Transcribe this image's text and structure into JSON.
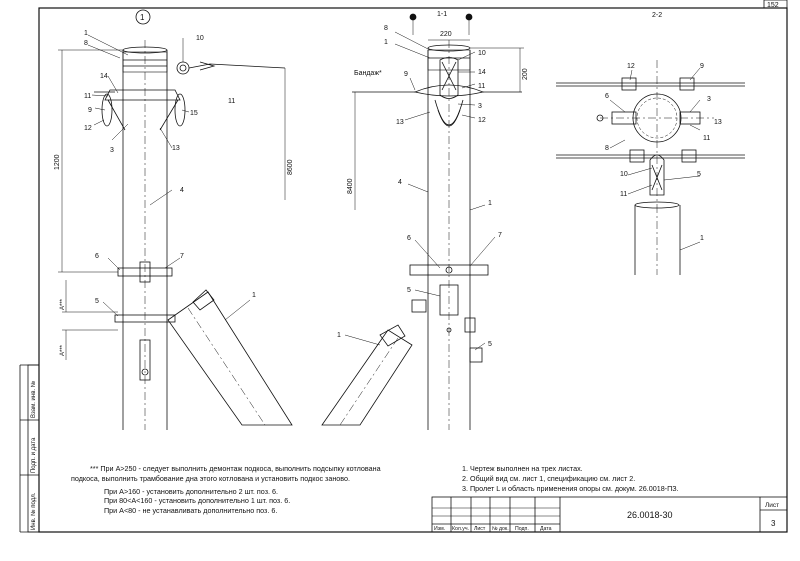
{
  "page_no": "152",
  "view_label": "1",
  "section_1": "1-1",
  "section_2": "2-2",
  "bandage_label": "Бандаж*",
  "dims": {
    "h1200": "1200",
    "h8600": "8600",
    "h8400": "8400",
    "w220": "220",
    "h200": "200",
    "a1": "A***",
    "a2": "A***"
  },
  "callouts_view1": [
    "1",
    "8",
    "10",
    "14",
    "11",
    "9",
    "12",
    "3",
    "15",
    "13",
    "4",
    "6",
    "7",
    "5",
    "1"
  ],
  "callouts_view2": [
    "8",
    "1",
    "10",
    "9",
    "14",
    "11",
    "3",
    "13",
    "12",
    "4",
    "1",
    "6",
    "7",
    "5",
    "5",
    "1"
  ],
  "callouts_view3": [
    "12",
    "9",
    "6",
    "3",
    "8",
    "13",
    "11",
    "10",
    "5",
    "11",
    "1"
  ],
  "notes_left": [
    "*** При A>250 - следует выполнить демонтаж подкоса, выполнить подсыпку котлована",
    "подкоса, выполнить трамбование дна этого котлована и установить подкос заново.",
    "При A>160 - установить дополнительно 2 шт. поз. 6.",
    "При 80<A<160 - установить дополнительно 1 шт. поз. 6.",
    "При A<80 - не устанавливать дополнительно поз. 6."
  ],
  "notes_right": [
    "1. Чертеж выполнен на трех листах.",
    "2. Общий вид см. лист 1, спецификацию см. лист 2.",
    "3. Пролет L и область применения опоры см. докум. 26.0018-ПЗ."
  ],
  "side_stamp": [
    "Инв. № подл.",
    "Подп. и дата",
    "Взам. инв. №"
  ],
  "title_block": {
    "cols": [
      "Изм.",
      "Кол.уч.",
      "Лист",
      "№ док.",
      "Подп.",
      "Дата"
    ],
    "code": "26.0018-30",
    "sheet_label": "Лист",
    "sheet_no": "3"
  }
}
